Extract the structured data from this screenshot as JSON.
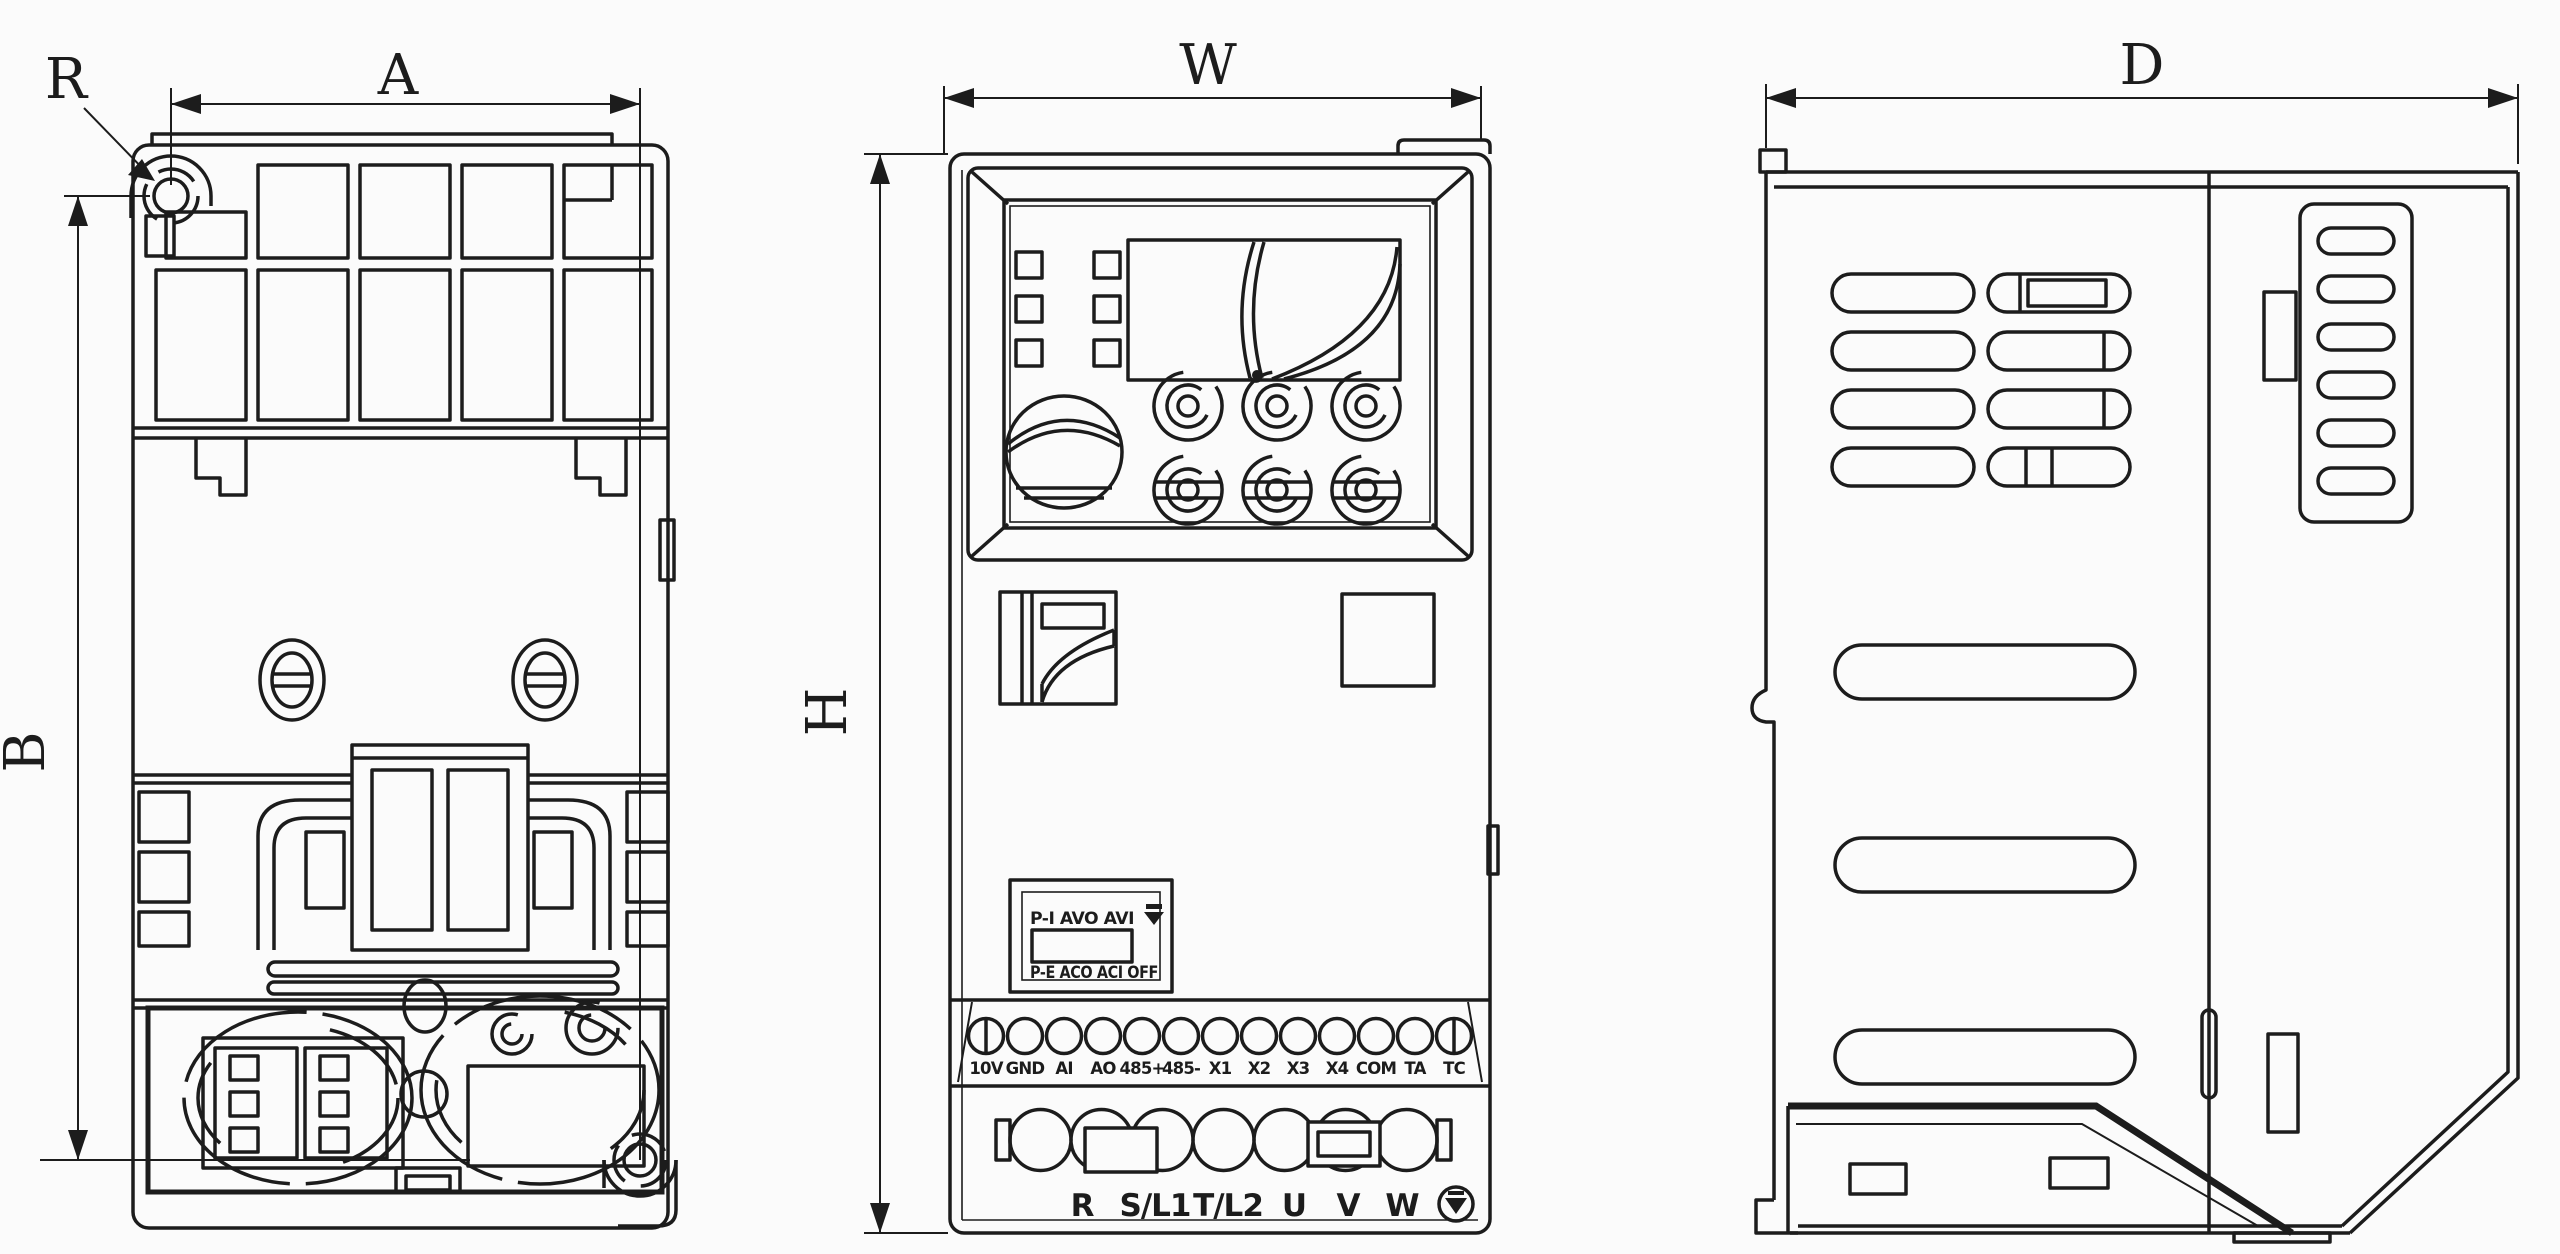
{
  "drawing": {
    "colors": {
      "line": "#1c1c1c",
      "background": "#fbfbfb"
    },
    "dims": {
      "horizontal_pitch": "A",
      "vertical_pitch": "B",
      "hole_radius": "R",
      "width": "W",
      "height": "H",
      "depth": "D"
    },
    "front_view": {
      "dip_switch_label": {
        "top": "P-I AVO AVI",
        "bottom": "P-E ACO ACI OFF",
        "arrow_icon": "down-arrow"
      },
      "control_terminals": [
        "10V",
        "GND",
        "AI",
        "AO",
        "485+",
        "485-",
        "X1",
        "X2",
        "X3",
        "X4",
        "COM",
        "TA",
        "TC"
      ],
      "power_terminals": [
        "R",
        "S/L1",
        "T/L2",
        "U",
        "V",
        "W"
      ],
      "ground_icon": "earth-ground"
    }
  }
}
